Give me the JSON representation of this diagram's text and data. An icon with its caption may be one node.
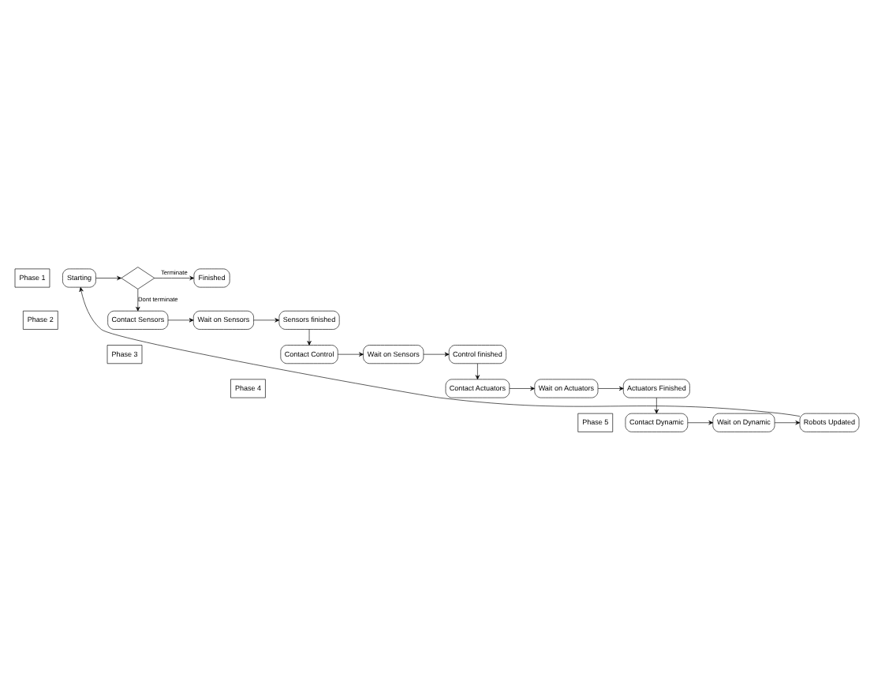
{
  "diagram": {
    "nodes": [
      {
        "text": [
          "Phase 1"
        ]
      },
      {
        "text": [
          "Phase 2"
        ]
      },
      {
        "text": [
          "Phase 3"
        ]
      },
      {
        "text": [
          "Phase 4"
        ]
      },
      {
        "text": [
          "Phase 5"
        ]
      },
      {
        "text": [
          "Starting"
        ]
      },
      {
        "text": [],
        "shape": "diamond"
      },
      {
        "text": [
          "Finished"
        ]
      },
      {
        "text": [
          "Contact Sensors"
        ]
      },
      {
        "text": [
          "Wait on Sensors"
        ]
      },
      {
        "text": [
          "Sensors finished"
        ]
      },
      {
        "text": [
          "Control finished"
        ]
      },
      {
        "text": [
          "Wait on Sensors"
        ]
      },
      {
        "text": [
          "Contact Control"
        ]
      },
      {
        "text": [
          "Contact Actuators"
        ]
      },
      {
        "text": [
          "Wait on Actuators"
        ]
      },
      {
        "text": [
          "Actuators Finished"
        ]
      },
      {
        "text": [
          "Robots Updated"
        ]
      },
      {
        "text": [
          "Wait on Dynamic"
        ]
      },
      {
        "text": [
          "Contact Dynamic"
        ]
      }
    ],
    "edges": [
      {
        "from": 5,
        "to": 6,
        "arrow": "to"
      },
      {
        "from": 6,
        "to": 7,
        "arrow": "to",
        "label": "Terminate"
      },
      {
        "from": 6,
        "to": 8,
        "arrow": "to",
        "label": "Dont terminate"
      },
      {
        "from": 8,
        "to": 9,
        "arrow": "to"
      },
      {
        "from": 9,
        "to": 10,
        "arrow": "to"
      },
      {
        "from": 10,
        "to": 13,
        "arrow": "to"
      },
      {
        "from": 13,
        "to": 12,
        "arrow": "to"
      },
      {
        "from": 12,
        "to": 11,
        "arrow": "to"
      },
      {
        "from": 11,
        "to": 14,
        "arrow": "to"
      },
      {
        "from": 14,
        "to": 15,
        "arrow": "to"
      },
      {
        "from": 15,
        "to": 16,
        "arrow": "to"
      },
      {
        "from": 16,
        "to": 19,
        "arrow": "to"
      },
      {
        "from": 19,
        "to": 18,
        "arrow": "to"
      },
      {
        "from": 18,
        "to": 17,
        "arrow": "to"
      },
      {
        "from": 17,
        "to": 5,
        "arrow": "to"
      }
    ]
  }
}
